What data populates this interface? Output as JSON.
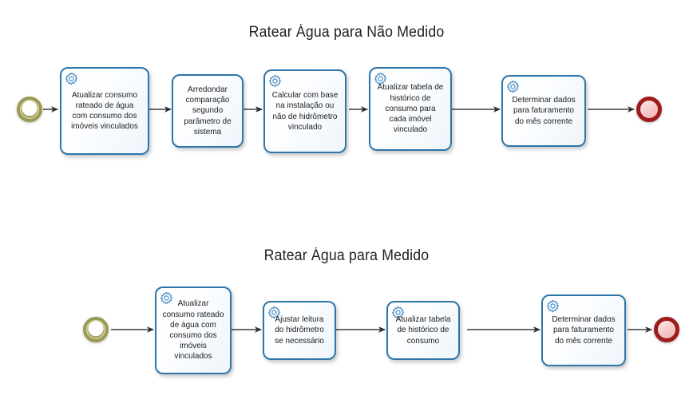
{
  "colors": {
    "task_border": "#2e75a8",
    "task_fill": "#f3f8fc",
    "start_event": "#9a9a55",
    "end_event": "#9e1b1b",
    "connector": "#3a3a3a",
    "title_text": "#222222",
    "gear_icon": "#3e86c0",
    "background": "#ffffff"
  },
  "diagrams": [
    {
      "id": "ratear-agua-nao-medido",
      "title": "Ratear Água para Não Medido",
      "start_event_name": "start-event",
      "end_event_name": "end-event",
      "tasks": [
        {
          "label": "Atualizar consumo rateado de água com consumo dos imóveis vinculados",
          "icon": "gear-icon",
          "has_icon": true
        },
        {
          "label": "Arredondar comparação segundo parâmetro de sistema",
          "icon": "",
          "has_icon": false
        },
        {
          "label": "Calcular com base na instalação ou não de hidrômetro vinculado",
          "icon": "gear-icon",
          "has_icon": true
        },
        {
          "label": "Atualizar tabela de histórico de consumo para cada imóvel vinculado",
          "icon": "gear-icon",
          "has_icon": true
        },
        {
          "label": "Determinar dados para faturamento do mês corrente",
          "icon": "gear-icon",
          "has_icon": true
        }
      ]
    },
    {
      "id": "ratear-agua-medido",
      "title": "Ratear Água para Medido",
      "start_event_name": "start-event",
      "end_event_name": "end-event",
      "tasks": [
        {
          "label": "Atualizar consumo rateado de água com consumo dos imóveis vinculados",
          "icon": "gear-icon",
          "has_icon": true
        },
        {
          "label": "Ajustar leitura do hidrômetro se necessário",
          "icon": "gear-icon",
          "has_icon": true
        },
        {
          "label": "Atualizar tabela de histórico de consumo",
          "icon": "gear-icon",
          "has_icon": true
        },
        {
          "label": "Determinar dados para faturamento do mês corrente",
          "icon": "gear-icon",
          "has_icon": true
        }
      ]
    }
  ]
}
